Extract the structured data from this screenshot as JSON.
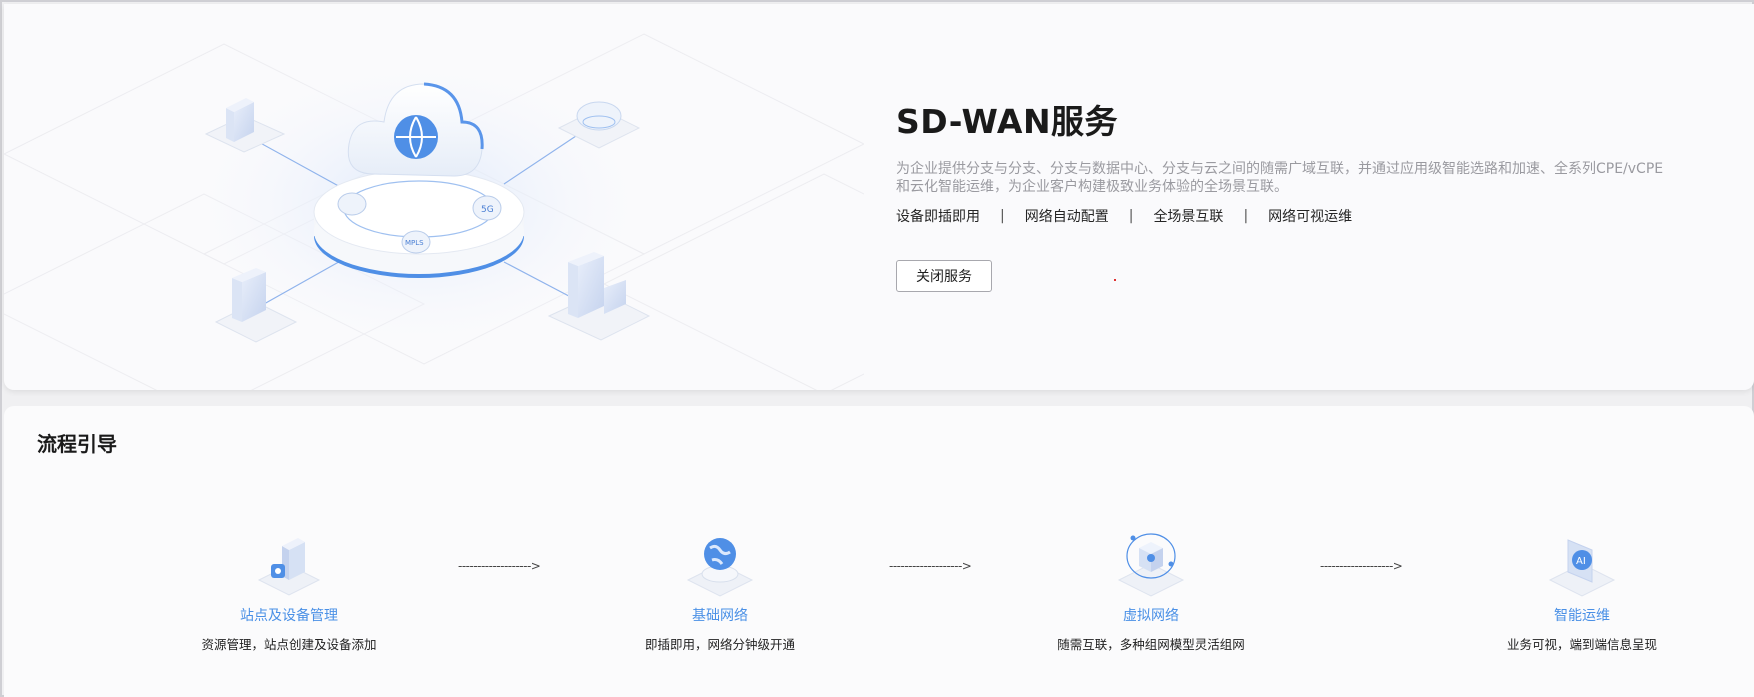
{
  "hero": {
    "title": "SD-WAN服务",
    "description": "为企业提供分支与分支、分支与数据中心、分支与云之间的随需广域互联，并通过应用级智能选路和加速、全系列CPE/vCPE和云化智能运维，为企业客户构建极致业务体验的全场景互联。",
    "features": [
      "设备即插即用",
      "网络自动配置",
      "全场景互联",
      "网络可视运维"
    ],
    "separator": "|",
    "close_button": "关闭服务",
    "illustration_labels": [
      "MPLS",
      "5G"
    ]
  },
  "process": {
    "title": "流程引导",
    "arrow": "------------------->",
    "steps": [
      {
        "name": "站点及设备管理",
        "desc": "资源管理，站点创建及设备添加",
        "icon": "building-device-icon"
      },
      {
        "name": "基础网络",
        "desc": "即插即用，网络分钟级开通",
        "icon": "globe-network-icon"
      },
      {
        "name": "虚拟网络",
        "desc": "随需互联，多种组网模型灵活组网",
        "icon": "virtual-cube-icon"
      },
      {
        "name": "智能运维",
        "desc": "业务可视，端到端信息呈现",
        "icon": "ai-shield-icon"
      }
    ]
  },
  "colors": {
    "accent": "#4a90e6",
    "title": "#1a1a1a",
    "desc": "#9a9aa0"
  }
}
